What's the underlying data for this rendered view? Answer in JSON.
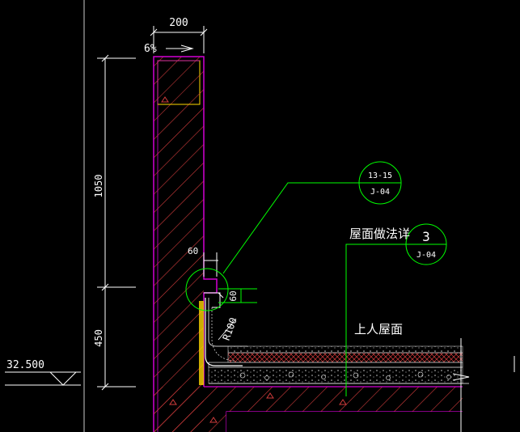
{
  "colors": {
    "background": "#000000",
    "wall_outline": "#d200d2",
    "hatch": "#d23c3c",
    "dimension": "#ffffff",
    "leader": "#00ff00",
    "insulation": "#ffd700",
    "membrane": "#c8c8c8"
  },
  "dimensions": {
    "parapet_width": "200",
    "slope": "6%",
    "parapet_height": "1050",
    "lower_height": "450",
    "recess_width": "60",
    "recess_height": "60",
    "fillet_radius": "R100"
  },
  "elevation": {
    "value": "32.500"
  },
  "callouts": [
    {
      "top": "13-15",
      "bottom": "J-04"
    },
    {
      "top": "3",
      "bottom": "J-04"
    }
  ],
  "labels": {
    "roof_detail_note": "屋面做法详",
    "roof_type": "上人屋面"
  }
}
